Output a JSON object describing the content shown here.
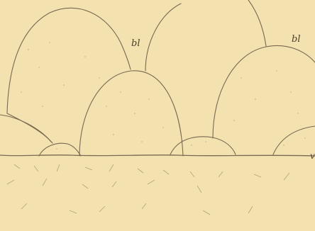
{
  "figure": {
    "background": "#f3e2b0",
    "ink": "#6b5a45",
    "labels": {
      "bl_left": "bl",
      "bl_right": "bl",
      "v": "v"
    }
  }
}
